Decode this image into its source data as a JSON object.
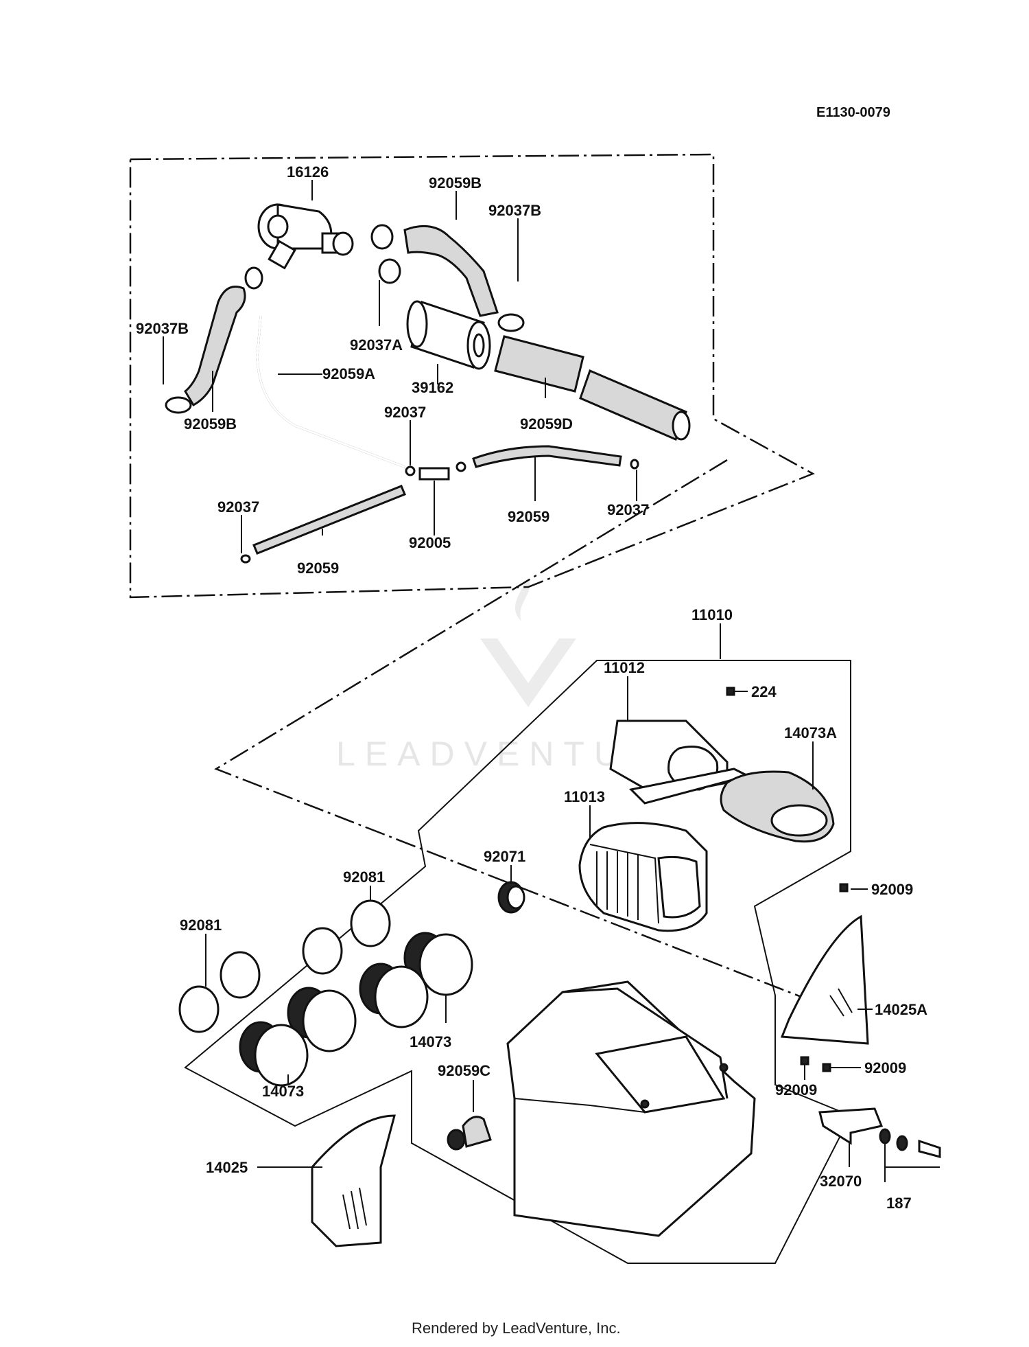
{
  "diagram": {
    "code": "E1130-0079",
    "watermark": "LEADVENTURE",
    "credit": "Rendered by LeadVenture, Inc.",
    "labels": [
      "16126",
      "92059B",
      "92037B",
      "92037B",
      "92037A",
      "92059A",
      "39162",
      "92059B",
      "92059D",
      "92037",
      "92037",
      "92037",
      "92059",
      "92005",
      "92059",
      "11010",
      "11012",
      "224",
      "14073A",
      "11013",
      "92071",
      "92081",
      "92081",
      "92009",
      "14025A",
      "92009",
      "92009",
      "14073",
      "14073",
      "92059C",
      "14025",
      "32070",
      "187"
    ]
  }
}
